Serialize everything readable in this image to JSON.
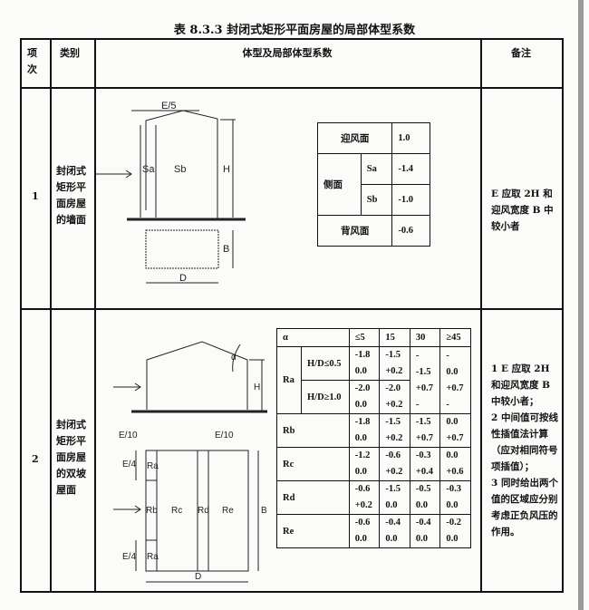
{
  "title": "表 8.3.3 封闭式矩形平面房屋的局部体型系数",
  "header": {
    "col1": "项次",
    "col2": "类别",
    "col3": "体型及局部体型系数",
    "col4": "备注"
  },
  "row1": {
    "index": "1",
    "category": "封闭式矩形平面房屋的墙面",
    "diagram": {
      "e5": "E/5",
      "sa": "Sa",
      "sb": "Sb",
      "h": "H",
      "b": "B",
      "d": "D"
    },
    "table": {
      "windward": "迎风面",
      "windward_v": "1.0",
      "side": "侧面",
      "sa": "Sa",
      "sa_v": "-1.4",
      "sb": "Sb",
      "sb_v": "-1.0",
      "leeward": "背风面",
      "leeward_v": "-0.6"
    },
    "note": "E 应取 2H 和迎风宽度 B 中较小者"
  },
  "row2": {
    "index": "2",
    "category": "封闭式矩形平面房屋的双坡屋面",
    "diagram": {
      "alpha": "α",
      "h": "H",
      "e10a": "E/10",
      "e10b": "E/10",
      "e4a": "E/4",
      "e4b": "E/4",
      "ra1": "Ra",
      "ra2": "Ra",
      "rb": "Rb",
      "rc": "Rc",
      "rd": "Rd",
      "re": "Re",
      "b": "B",
      "d": "D"
    },
    "table": {
      "head": [
        "α",
        "≤5",
        "15",
        "30",
        "≥45"
      ],
      "ra": "Ra",
      "ra_low": "H/D≤0.5",
      "ra_high": "H/D≥1.0",
      "ra_low_vals": [
        [
          "-1.8",
          "0.0"
        ],
        [
          "-1.5",
          "+0.2"
        ]
      ],
      "ra_high_vals": [
        [
          "-2.0",
          "0.0"
        ],
        [
          "-2.0",
          "+0.2"
        ]
      ],
      "ra_30": [
        "-",
        "-1.5",
        "+0.7",
        "-"
      ],
      "ra_45": [
        "-",
        "0.0",
        "+0.7",
        "-"
      ],
      "rows": [
        {
          "label": "Rb",
          "vals": [
            [
              "-1.8",
              "0.0"
            ],
            [
              "-1.5",
              "+0.2"
            ],
            [
              "-1.5",
              "+0.7"
            ],
            [
              "0.0",
              "+0.7"
            ]
          ]
        },
        {
          "label": "Rc",
          "vals": [
            [
              "-1.2",
              "0.0"
            ],
            [
              "-0.6",
              "+0.2"
            ],
            [
              "-0.3",
              "+0.4"
            ],
            [
              "0.0",
              "+0.6"
            ]
          ]
        },
        {
          "label": "Rd",
          "vals": [
            [
              "-0.6",
              "+0.2"
            ],
            [
              "-1.5",
              "0.0"
            ],
            [
              "-0.5",
              "0.0"
            ],
            [
              "-0.3",
              "0.0"
            ]
          ]
        },
        {
          "label": "Re",
          "vals": [
            [
              "-0.6",
              "0.0"
            ],
            [
              "-0.4",
              "0.0"
            ],
            [
              "-0.4",
              "0.0"
            ],
            [
              "-0.2",
              "0.0"
            ]
          ]
        }
      ]
    },
    "notes": [
      "1  E 应取 2H 和迎风宽度 B 中较小者；",
      "2 中间值可按线性插值法计算（应对相同符号项插值）；",
      "3 同时给出两个值的区域应分别考虑正负风压的作用。"
    ]
  }
}
